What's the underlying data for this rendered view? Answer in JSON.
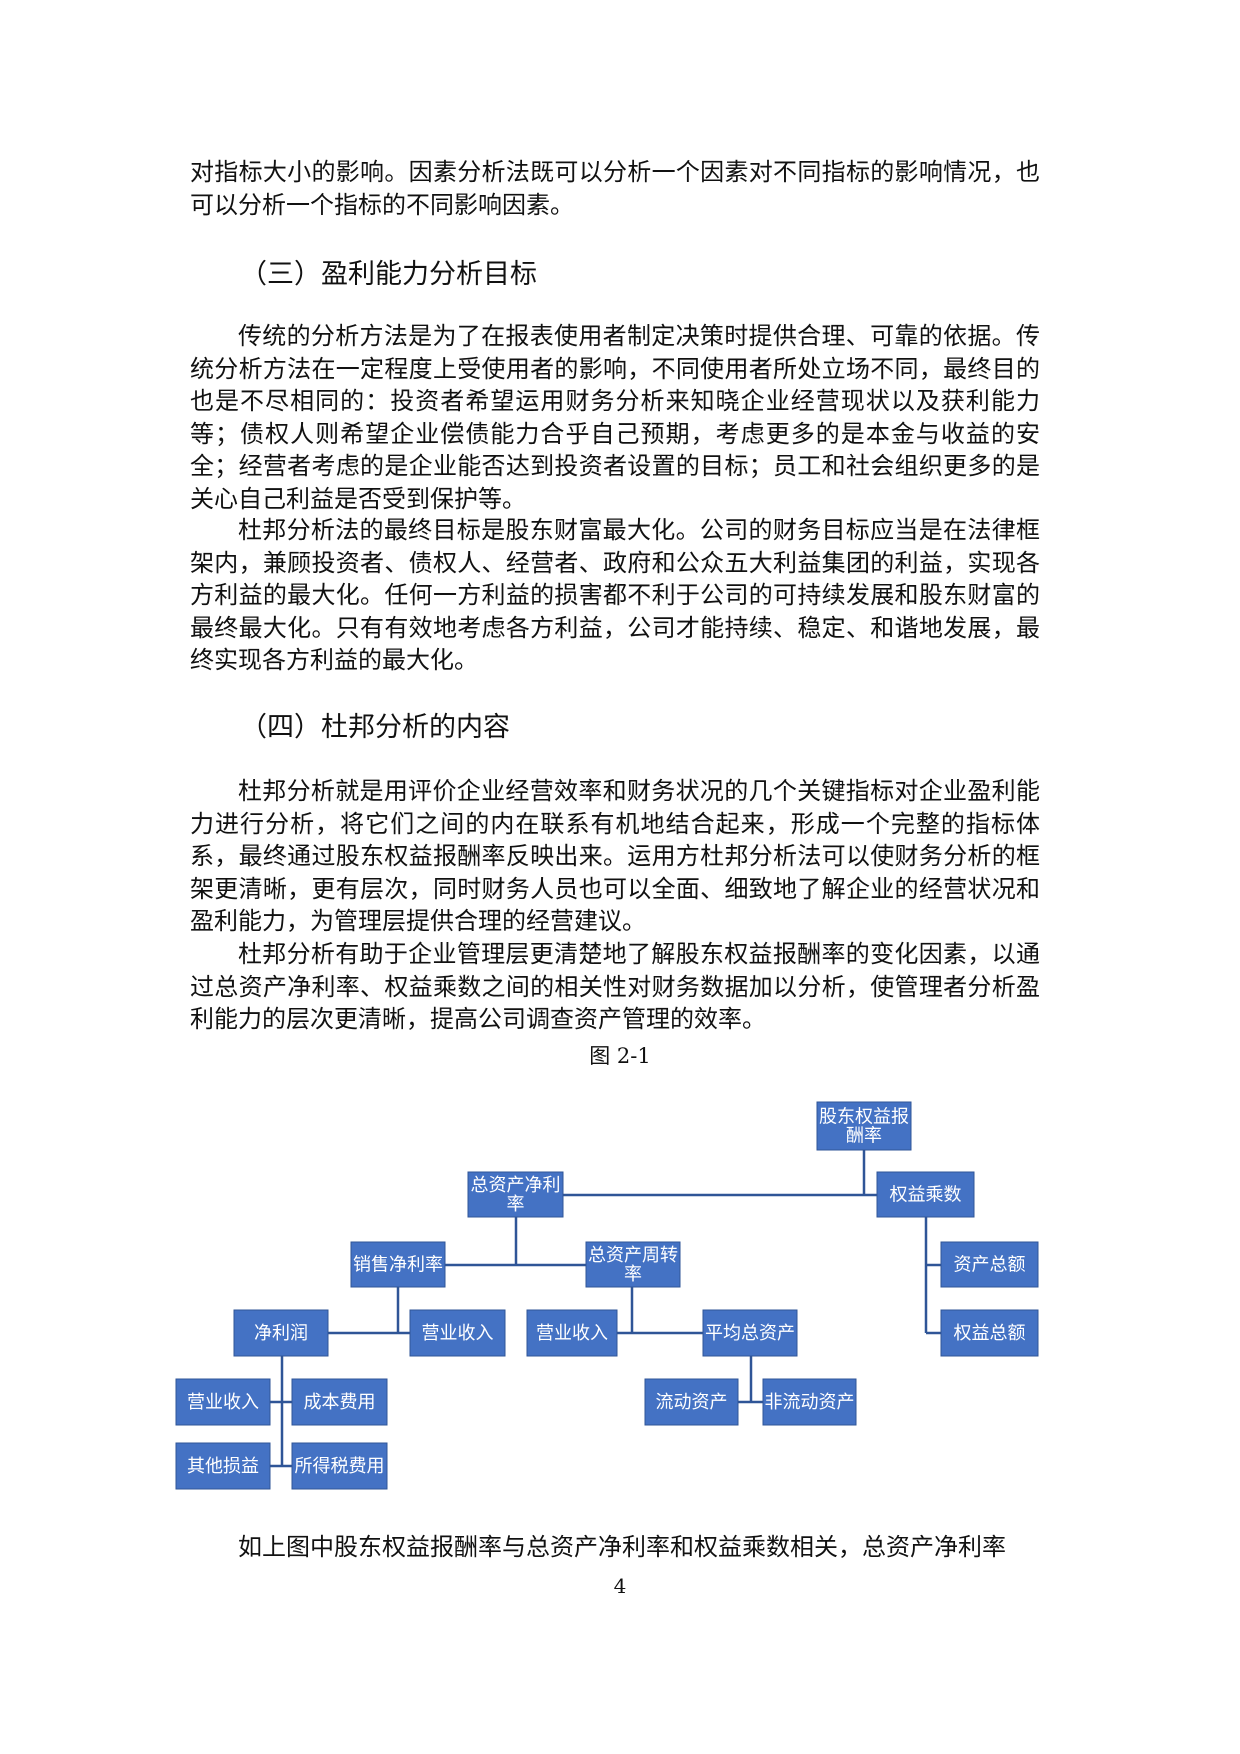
{
  "paragraphs": {
    "p1": "对指标大小的影响。因素分析法既可以分析一个因素对不同指标的影响情况，也可以分析一个指标的不同影响因素。",
    "p2": "传统的分析方法是为了在报表使用者制定决策时提供合理、可靠的依据。传统分析方法在一定程度上受使用者的影响，不同使用者所处立场不同，最终目的也是不尽相同的：投资者希望运用财务分析来知晓企业经营现状以及获利能力等；债权人则希望企业偿债能力合乎自己预期，考虑更多的是本金与收益的安全；经营者考虑的是企业能否达到投资者设置的目标；员工和社会组织更多的是关心自己利益是否受到保护等。",
    "p3": "杜邦分析法的最终目标是股东财富最大化。公司的财务目标应当是在法律框架内，兼顾投资者、债权人、经营者、政府和公众五大利益集团的利益，实现各方利益的最大化。任何一方利益的损害都不利于公司的可持续发展和股东财富的最终最大化。只有有效地考虑各方利益，公司才能持续、稳定、和谐地发展，最终实现各方利益的最大化。",
    "p4": "杜邦分析就是用评价企业经营效率和财务状况的几个关键指标对企业盈利能力进行分析，将它们之间的内在联系有机地结合起来，形成一个完整的指标体系，最终通过股东权益报酬率反映出来。运用方杜邦分析法可以使财务分析的框架更清晰，更有层次，同时财务人员也可以全面、细致地了解企业的经营状况和盈利能力，为管理层提供合理的经营建议。",
    "p5": "杜邦分析有助于企业管理层更清楚地了解股东权益报酬率的变化因素，以通过总资产净利率、权益乘数之间的相关性对财务数据加以分析，使管理者分析盈利能力的层次更清晰，提高公司调查资产管理的效率。",
    "p6": "如上图中股东权益报酬率与总资产净利率和权益乘数相关，总资产净利率"
  },
  "headings": {
    "h3": "（三）盈利能力分析目标",
    "h4": "（四）杜邦分析的内容"
  },
  "figure": {
    "caption": "图 2-1",
    "nodes": {
      "roe": [
        "股东权益报",
        "酬率"
      ],
      "roa": [
        "总资产净利",
        "率"
      ],
      "equity_multiplier": [
        "权益乘数"
      ],
      "net_margin": [
        "销售净利率"
      ],
      "asset_turnover": [
        "总资产周转",
        "率"
      ],
      "total_assets": [
        "资产总额"
      ],
      "total_equity": [
        "权益总额"
      ],
      "net_profit": [
        "净利润"
      ],
      "revenue_a": [
        "营业收入"
      ],
      "revenue_b": [
        "营业收入"
      ],
      "avg_total_assets": [
        "平均总资产"
      ],
      "revenue_c": [
        "营业收入"
      ],
      "cost_expense": [
        "成本费用"
      ],
      "other_gains": [
        "其他损益"
      ],
      "income_tax": [
        "所得税费用"
      ],
      "current_assets": [
        "流动资产"
      ],
      "noncurrent_assets": [
        "非流动资产"
      ]
    },
    "colors": {
      "box": "#4472c4",
      "line": "#2f5597",
      "text": "#ffffff"
    }
  },
  "page_number": "4"
}
